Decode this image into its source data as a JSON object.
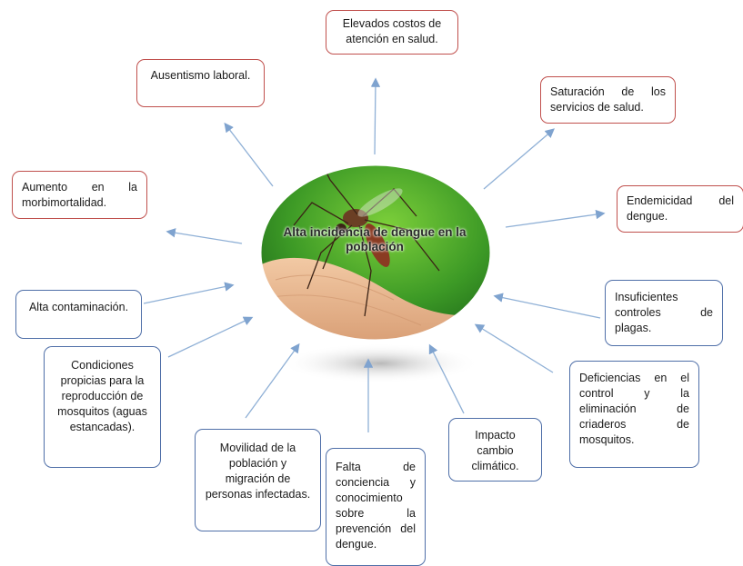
{
  "center_title": "Alta incidencia de dengue en la población",
  "effects": {
    "costs": "Elevados costos de atención en salud.",
    "absenteeism": "Ausentismo laboral.",
    "saturation": "Saturación de los servicios de salud.",
    "morbimortality": "Aumento en la morbimortalidad.",
    "endemicity": "Endemicidad del dengue."
  },
  "causes": {
    "contamination": "Alta contaminación.",
    "pest_control": "Insuficientes controles de plagas.",
    "breeding_conditions": "Condiciones propicias para la reproducción de mosquitos (aguas estancadas).",
    "breeding_sites": "Deficiencias en el control y la eliminación de criaderos de mosquitos.",
    "climate": "Impacto cambio climático.",
    "mobility": "Movilidad de la población y migración de personas infectadas.",
    "awareness": "Falta de conciencia y conocimiento sobre la prevención del dengue."
  },
  "colors": {
    "effect_border": "#c0504d",
    "cause_border": "#4f6fa8",
    "arrow": "#8fb0d6"
  }
}
